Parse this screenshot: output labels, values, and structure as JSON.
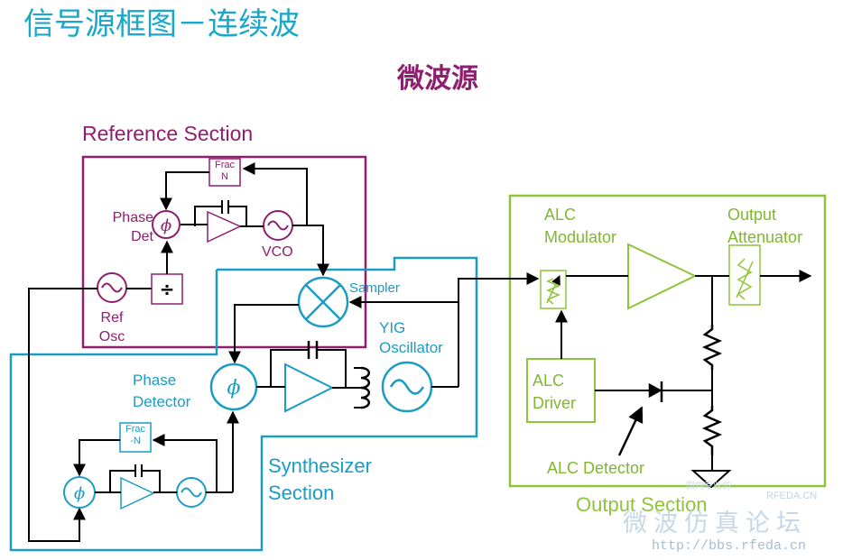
{
  "header": {
    "title": "信号源框图－连续波",
    "subtitle": "微波源"
  },
  "sections": {
    "reference": "Reference Section",
    "synthesizer": "Synthesizer\nSection",
    "output": "Output Section"
  },
  "reference_section": {
    "frac_n": "Frac\nN",
    "phase_det": "Phase\nDet",
    "vco": "VCO",
    "ref_osc": "Ref\nOsc",
    "divider_symbol": "÷",
    "phi_symbol": "ϕ"
  },
  "synthesizer_section": {
    "sampler": "Sampler",
    "yig_oscillator": "YIG\nOscillator",
    "phase_detector": "Phase\nDetector",
    "frac_minus_n": "Frac\n-N"
  },
  "output_section": {
    "alc_modulator": "ALC\nModulator",
    "output_attenuator": "Output\nAttenuator",
    "alc_driver": "ALC\nDriver",
    "alc_detector": "ALC Detector"
  },
  "watermark": {
    "forum": "微波仿真论坛",
    "url": "http://bbs.rfeda.cn",
    "logo": "RFEDA.CN",
    "faint": "国内专业仿"
  },
  "colors": {
    "title": "#1aa7c8",
    "reference": "#8f1f6e",
    "synthesizer": "#1a9cc4",
    "output": "#8fc43a",
    "wire": "#000000"
  }
}
